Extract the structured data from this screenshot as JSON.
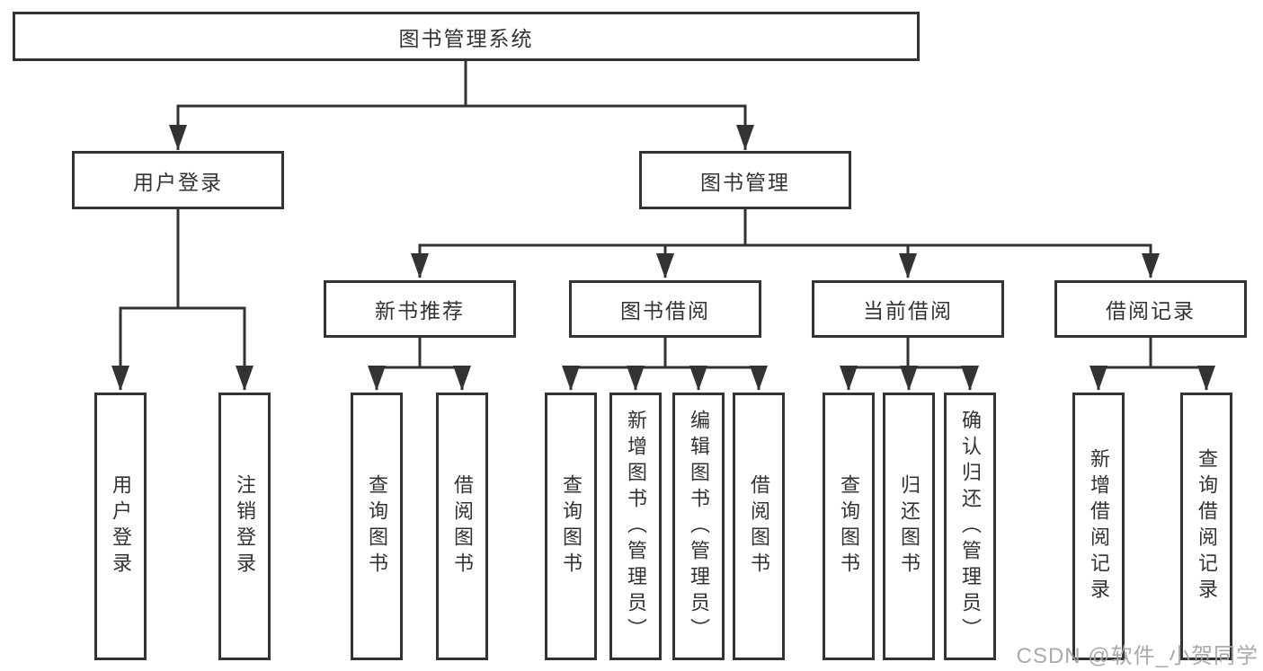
{
  "diagram": {
    "root": "图书管理系统",
    "level2": {
      "user_login": {
        "label": "用户登录",
        "leaves": [
          "用户登录",
          "注销登录"
        ]
      },
      "book_management": {
        "label": "图书管理"
      }
    },
    "level3": [
      {
        "label": "新书推荐",
        "leaves": [
          "查询图书",
          "借阅图书"
        ]
      },
      {
        "label": "图书借阅",
        "leaves": [
          "查询图书",
          "新增图书（管理员）",
          "编辑图书（管理员）",
          "借阅图书"
        ]
      },
      {
        "label": "当前借阅",
        "leaves": [
          "查询图书",
          "归还图书",
          "确认归还（管理员）"
        ]
      },
      {
        "label": "借阅记录",
        "leaves": [
          "新增借阅记录",
          "查询借阅记录"
        ]
      }
    ]
  },
  "watermark": {
    "text": "CSDN @软件_小贺同学"
  },
  "colors": {
    "line": "#333333",
    "box_border": "#333333",
    "text": "#333333",
    "background": "#ffffff",
    "watermark": "#a3a3a3"
  }
}
